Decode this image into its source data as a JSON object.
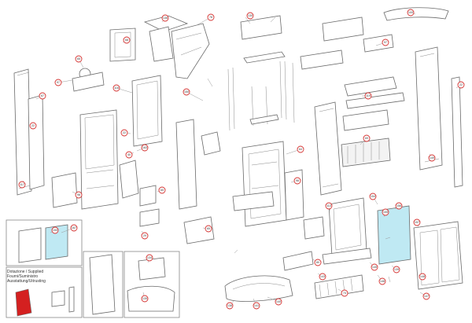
{
  "supplied_box": {
    "lines": [
      "Dotazione / Supplied",
      "Fourni/Suministro",
      "Ausstattung/Uitrusting"
    ]
  },
  "colors": {
    "callout": "#d4302e",
    "highlight_glass": "#bfe9f3",
    "glove": "#d42020",
    "line": "#6a6a6a"
  },
  "callouts": [
    {
      "label": "68"
    },
    {
      "label": "136"
    },
    {
      "label": "78"
    },
    {
      "label": "65"
    },
    {
      "label": "97"
    },
    {
      "label": "116"
    },
    {
      "label": "150"
    },
    {
      "label": "130"
    },
    {
      "label": "97"
    },
    {
      "label": "100"
    },
    {
      "label": "22"
    },
    {
      "label": "119"
    },
    {
      "label": "149"
    },
    {
      "label": "69"
    },
    {
      "label": "64"
    },
    {
      "label": "98"
    },
    {
      "label": "67"
    },
    {
      "label": "117"
    },
    {
      "label": "163"
    },
    {
      "label": "40"
    },
    {
      "label": "22"
    },
    {
      "label": "65"
    },
    {
      "label": "98"
    },
    {
      "label": "113"
    },
    {
      "label": "154"
    },
    {
      "label": "155"
    },
    {
      "label": "156"
    },
    {
      "label": "157"
    },
    {
      "label": "80"
    },
    {
      "label": "143"
    },
    {
      "label": "74"
    },
    {
      "label": "145"
    },
    {
      "label": "139"
    },
    {
      "label": "148"
    },
    {
      "label": "146"
    },
    {
      "label": "140"
    },
    {
      "label": "147"
    },
    {
      "label": "167"
    },
    {
      "label": "29"
    },
    {
      "label": "134"
    },
    {
      "label": "135"
    },
    {
      "label": "150"
    },
    {
      "label": "65"
    },
    {
      "label": "138"
    },
    {
      "label": "22"
    },
    {
      "label": "141"
    }
  ]
}
